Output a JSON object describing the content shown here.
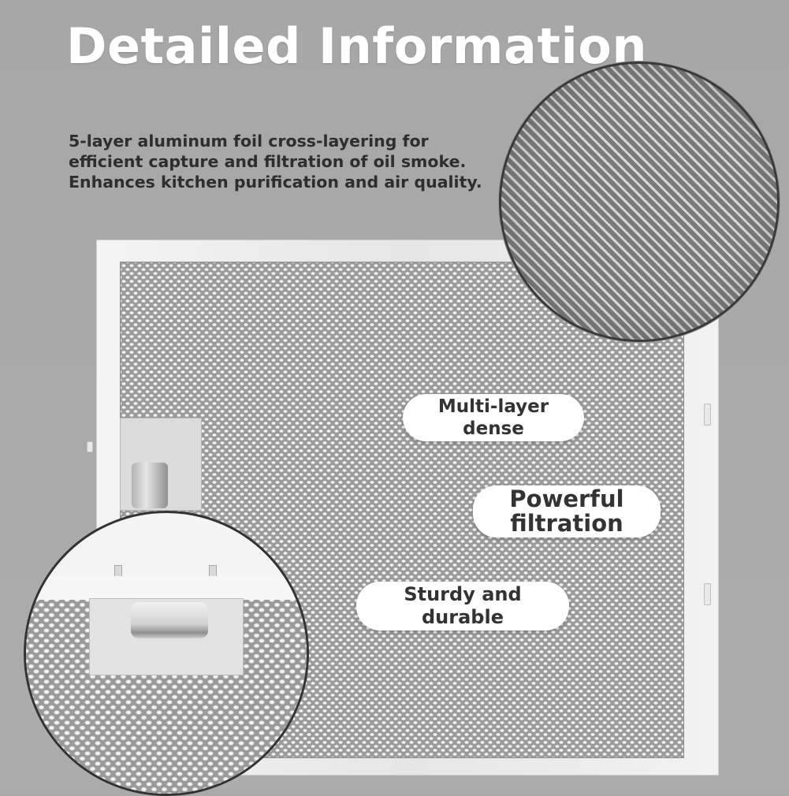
{
  "title": "Detailed Information",
  "description": [
    "5-layer aluminum foil cross-layering for",
    "efficient capture and filtration of oil smoke.",
    "Enhances kitchen purification and air quality."
  ],
  "badges": [
    {
      "lines": [
        "Multi-layer",
        "dense"
      ]
    },
    {
      "lines": [
        "Powerful",
        "filtration"
      ]
    },
    {
      "lines": [
        "Sturdy and",
        "durable"
      ]
    }
  ],
  "colors": {
    "background": "#a9a9a9",
    "title": "#ffffff",
    "description": "#2e2e2e",
    "badge_bg": "#ffffff",
    "badge_text": "#333333"
  }
}
